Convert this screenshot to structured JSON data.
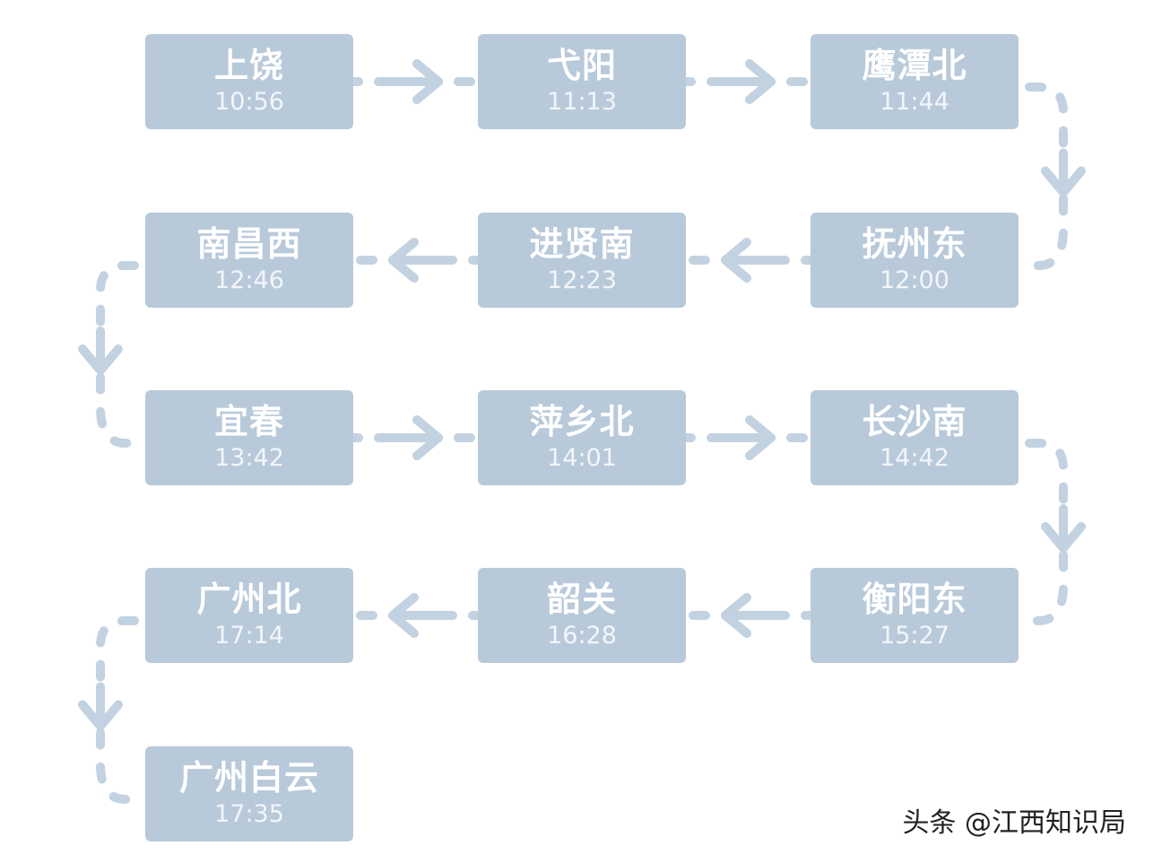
{
  "stations": [
    {
      "name": "上饶",
      "time": "10:56"
    },
    {
      "name": "弋阳",
      "time": "11:13"
    },
    {
      "name": "鹰潭北",
      "time": "11:44"
    },
    {
      "name": "抚州东",
      "time": "12:00"
    },
    {
      "name": "进贤南",
      "time": "12:23"
    },
    {
      "name": "南昌西",
      "time": "12:46"
    },
    {
      "name": "宜春",
      "time": "13:42"
    },
    {
      "name": "萍乡北",
      "time": "14:01"
    },
    {
      "name": "长沙南",
      "time": "14:42"
    },
    {
      "name": "衡阳东",
      "time": "15:27"
    },
    {
      "name": "韶关",
      "time": "16:28"
    },
    {
      "name": "广州北",
      "time": "17:14"
    },
    {
      "name": "广州白云",
      "time": "17:35"
    }
  ],
  "watermark": "头条 @江西知识局",
  "colors": {
    "box": "#b8c9da",
    "connector": "#c3d2e0",
    "text": "#ffffff"
  }
}
